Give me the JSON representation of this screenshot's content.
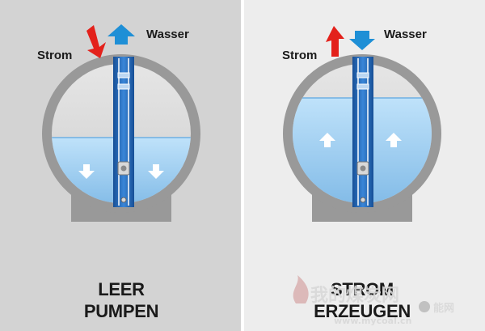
{
  "left_panel": {
    "label_strom": "Strom",
    "label_wasser": "Wasser",
    "title_line1": "LEER",
    "title_line2": "PUMPEN"
  },
  "right_panel": {
    "label_strom": "Strom",
    "label_wasser": "Wasser",
    "title_line1": "STROM",
    "title_line2": "ERZEUGEN"
  },
  "watermark": {
    "text": "我的煤炭网",
    "url": "www.mycoal.cn",
    "badge": "能网"
  },
  "colors": {
    "left_bg": "#d3d3d3",
    "right_bg": "#ededed",
    "housing": "#999999",
    "vessel_inner": "#bdbdbd",
    "water": "#a8d4f2",
    "shaft": "#1f5fae",
    "arrow_red": "#e3211b",
    "arrow_blue": "#1e8fd6"
  }
}
